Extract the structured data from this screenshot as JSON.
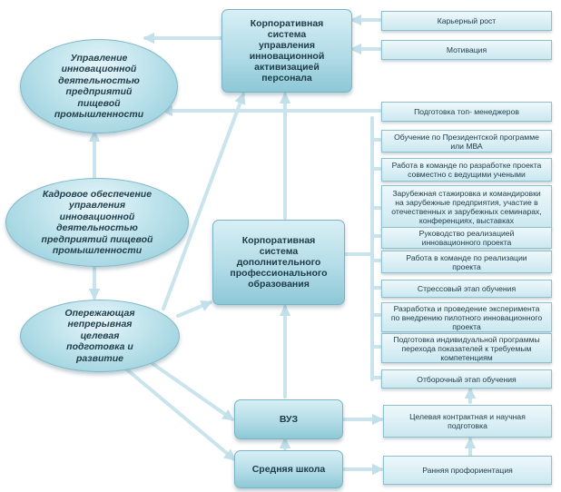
{
  "ellipses": {
    "top": "Управление\nинновационной\nдеятельностью\nпредприятий\nпищевой\nпромышленности",
    "middle": "Кадровое обеспечение\nуправления\nинновационной\nдеятельностью\nпредприятий пищевой\nпромышленности",
    "bottom": "Опережающая\nнепрерывная\nцелевая\nподготовка и\nразвитие"
  },
  "center_boxes": {
    "corp_system": "Корпоративная\nсистема\nуправления\nинновационной\nактивизацией\nперсонала",
    "corp_education": "Корпоративная\nсистема\nдополнительного\nпрофессионального\nобразования",
    "university": "ВУЗ",
    "school": "Средняя школа"
  },
  "right_boxes": {
    "career": "Карьерный рост",
    "motivation": "Мотивация",
    "top_managers": "Подготовка топ- менеджеров",
    "presidential": "Обучение по Президентской программе\nили МВА",
    "team_project": "Работа в команде по разработке проекта\nсовместно с ведущими учеными",
    "internship": "Зарубежная стажировка и командировки\nна зарубежные предприятия, участие в\nотечественных и зарубежных семинарах,\nконференциях, выставках",
    "project_lead": "Руководство реализацией\nинновационного проекта",
    "team_realization": "Работа в команде по реализации\nпроекта",
    "stress_stage": "Стрессовый этап обучения",
    "experiment": "Разработка и проведение эксперимента\nпо внедрению пилотного инновационного\nпроекта",
    "individual": "Подготовка индивидуальной программы\nперехода показателей к требуемым\nкомпетенциям",
    "selection_stage": "Отборочный этап обучения",
    "target_contract": "Целевая контрактная и научная\nподготовка",
    "early_orientation": "Ранняя профориентация"
  },
  "colors": {
    "fill": "#b2dce7",
    "border": "#7ab3c3",
    "arrow": "#c9e4ec",
    "text": "#1c3b48"
  }
}
